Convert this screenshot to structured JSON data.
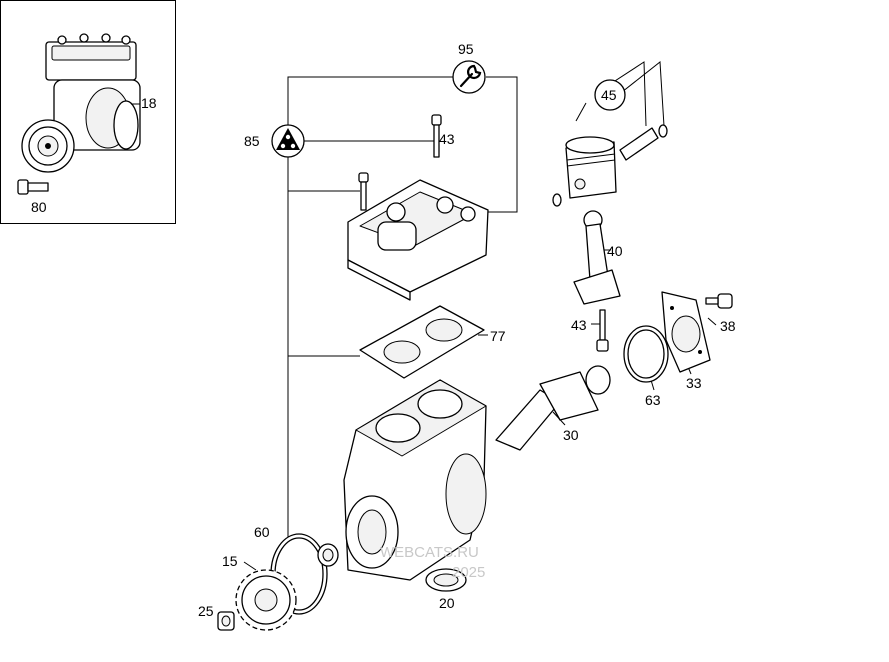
{
  "labels": {
    "p18": "18",
    "p80": "80",
    "p95": "95",
    "p45": "45",
    "p85": "85",
    "p43a": "43",
    "p40": "40",
    "p43b": "43",
    "p38": "38",
    "p77": "77",
    "p33": "33",
    "p63": "63",
    "p30": "30",
    "p60": "60",
    "p15": "15",
    "p25": "25",
    "p20": "20"
  },
  "watermark": {
    "line1": "WEBCATS.RU",
    "line2": "2025"
  },
  "icons": {
    "service_tool": "wrench-icon",
    "repair_kit": "triangle-kit-icon"
  }
}
